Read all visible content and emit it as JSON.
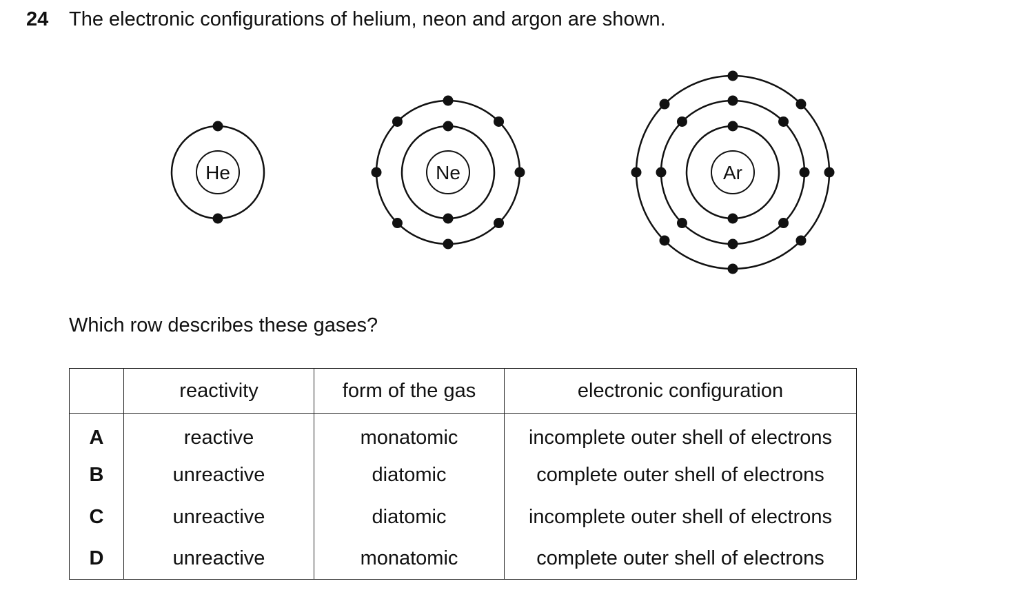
{
  "question": {
    "number": "24",
    "text": "The electronic configurations of helium, neon and argon are shown.",
    "prompt": "Which row describes these gases?"
  },
  "atoms": [
    {
      "symbol": "He",
      "shells": [
        2
      ]
    },
    {
      "symbol": "Ne",
      "shells": [
        2,
        8
      ]
    },
    {
      "symbol": "Ar",
      "shells": [
        2,
        8,
        8
      ]
    }
  ],
  "table": {
    "headers": [
      "",
      "reactivity",
      "form of the gas",
      "electronic configuration"
    ],
    "rows": [
      {
        "key": "A",
        "reactivity": "reactive",
        "form": "monatomic",
        "configuration": "incomplete outer shell of electrons"
      },
      {
        "key": "B",
        "reactivity": "unreactive",
        "form": "diatomic",
        "configuration": "complete outer shell of electrons"
      },
      {
        "key": "C",
        "reactivity": "unreactive",
        "form": "diatomic",
        "configuration": "incomplete outer shell of electrons"
      },
      {
        "key": "D",
        "reactivity": "unreactive",
        "form": "monatomic",
        "configuration": "complete outer shell of electrons"
      }
    ]
  }
}
